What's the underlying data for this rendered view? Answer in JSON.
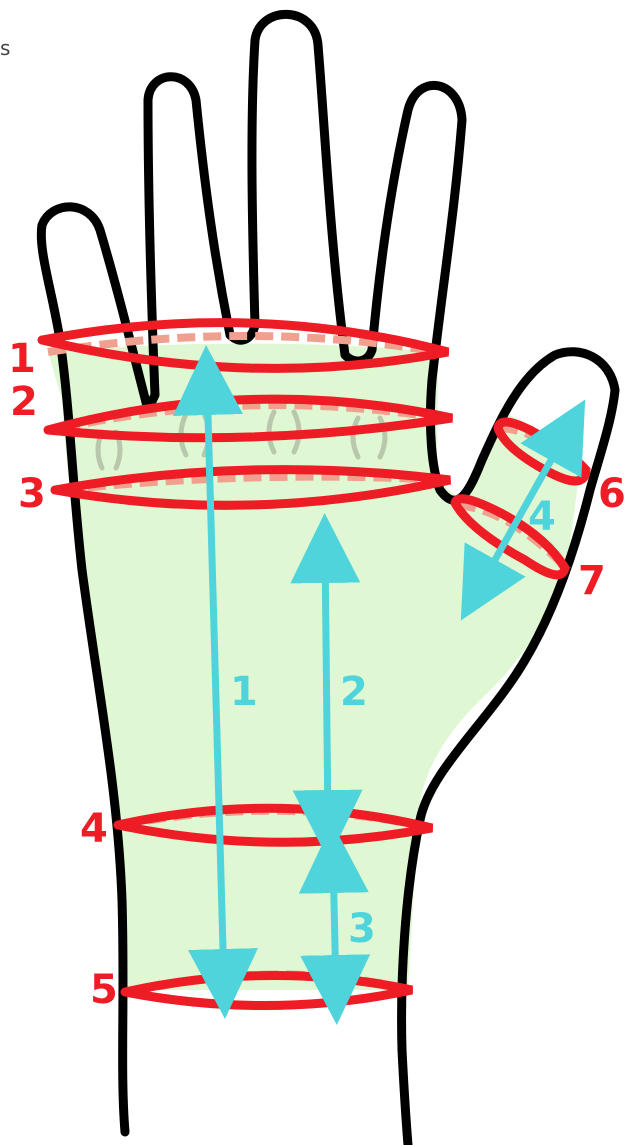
{
  "corner_text": "s",
  "colors": {
    "outline": "#000000",
    "fill": "#dff7d2",
    "band_front": "#ee1c24",
    "band_back": "#f0a08e",
    "arrow": "#4fd4dc",
    "red_label": "#ee1c24",
    "cyan_label": "#4fd4dc",
    "knuckle": "#b9c7ad"
  },
  "circumference_labels": [
    "1",
    "2",
    "3",
    "4",
    "5",
    "6",
    "7"
  ],
  "length_labels": [
    "1",
    "2",
    "3",
    "4"
  ]
}
